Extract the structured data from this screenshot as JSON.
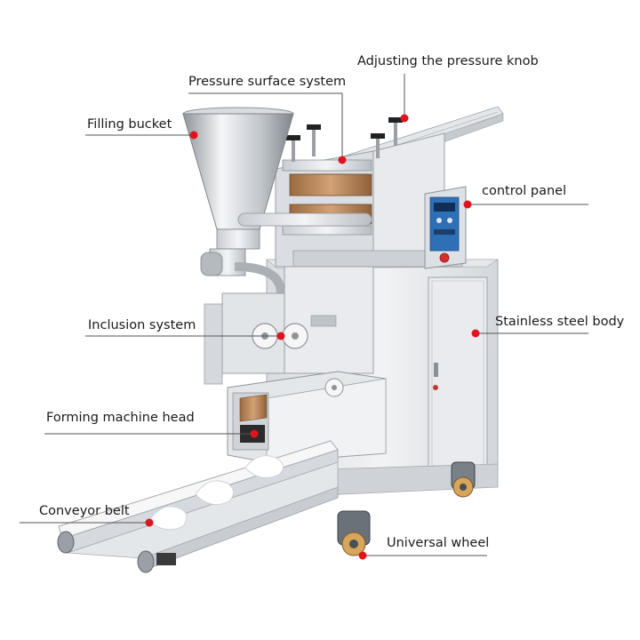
{
  "labels": {
    "adjusting_knob": "Adjusting the pressure knob",
    "pressure_surface": "Pressure surface system",
    "filling_bucket": "Filling bucket",
    "control_panel": "control panel",
    "inclusion_system": "Inclusion system",
    "stainless_body": "Stainless steel body",
    "forming_head": "Forming machine head",
    "conveyor_belt": "Conveyor belt",
    "universal_wheel": "Universal wheel"
  },
  "colors": {
    "leader_line": "#555555",
    "marker_dot": "#e0141e",
    "steel_light": "#eef0f2",
    "steel_mid": "#cfd3d7",
    "steel_dark": "#9aa0a6",
    "copper": "#b8865a",
    "panel_blue": "#2f6fb5",
    "belt": "#f4f4f4"
  }
}
